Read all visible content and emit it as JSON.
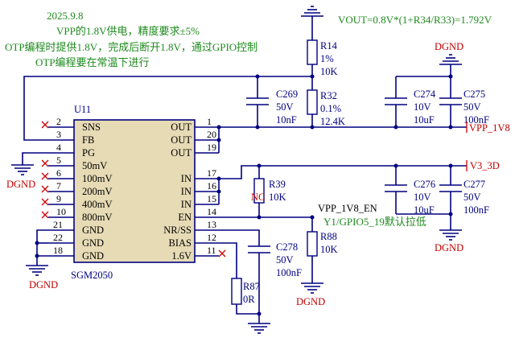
{
  "notes": {
    "date": "2025.9.8",
    "line1": "VPP的1.8V供电，精度要求±5%",
    "line2": "OTP编程时提供1.8V，完成后断开1.8V，通过GPIO控制",
    "line3": "OTP编程要在常温下进行"
  },
  "formula": "VOUT=0.8V*(1+R34/R33)=1.792V",
  "ic": {
    "ref": "U11",
    "part": "SGM2050",
    "left_pins": [
      {
        "num": "2",
        "name": "SNS"
      },
      {
        "num": "3",
        "name": "FB"
      },
      {
        "num": "4",
        "name": "PG"
      },
      {
        "num": "5",
        "name": "50mV"
      },
      {
        "num": "6",
        "name": "100mV"
      },
      {
        "num": "7",
        "name": "200mV"
      },
      {
        "num": "9",
        "name": "400mV"
      },
      {
        "num": "10",
        "name": "800mV"
      },
      {
        "num": "21",
        "name": "GND"
      },
      {
        "num": "22",
        "name": "GND"
      },
      {
        "num": "18",
        "name": "GND"
      }
    ],
    "right_pins": [
      {
        "num": "1",
        "name": "OUT"
      },
      {
        "num": "20",
        "name": "OUT"
      },
      {
        "num": "19",
        "name": "OUT"
      },
      {
        "num": "17",
        "name": "IN"
      },
      {
        "num": "16",
        "name": "IN"
      },
      {
        "num": "15",
        "name": "IN"
      },
      {
        "num": "14",
        "name": "EN"
      },
      {
        "num": "13",
        "name": "NR/SS"
      },
      {
        "num": "12",
        "name": "BIAS"
      },
      {
        "num": "11",
        "name": "1.6V"
      }
    ]
  },
  "components": {
    "r14": {
      "ref": "R14",
      "v1": "1%",
      "v2": "10K"
    },
    "r32": {
      "ref": "R32",
      "v1": "0.1%",
      "v2": "12.4K"
    },
    "c269": {
      "ref": "C269",
      "v1": "50V",
      "v2": "10nF"
    },
    "c274": {
      "ref": "C274",
      "v1": "10V",
      "v2": "10uF"
    },
    "c275": {
      "ref": "C275",
      "v1": "50V",
      "v2": "100nF"
    },
    "c276": {
      "ref": "C276",
      "v1": "10V",
      "v2": "10uF"
    },
    "c277": {
      "ref": "C277",
      "v1": "50V",
      "v2": "100nF"
    },
    "r39": {
      "ref": "R39",
      "v1": "NC",
      "v2": "10K"
    },
    "r88": {
      "ref": "R88",
      "v1": "10K"
    },
    "c278": {
      "ref": "C278",
      "v1": "50V",
      "v2": "100nF"
    },
    "r87": {
      "ref": "R87",
      "v1": "0R"
    }
  },
  "nets": {
    "vpp": "VPP_1V8",
    "v33": "V3_3D",
    "en": "VPP_1V8_EN",
    "gpio": "Y1/GPIO5_19默认拉低",
    "gnd": "DGND"
  }
}
